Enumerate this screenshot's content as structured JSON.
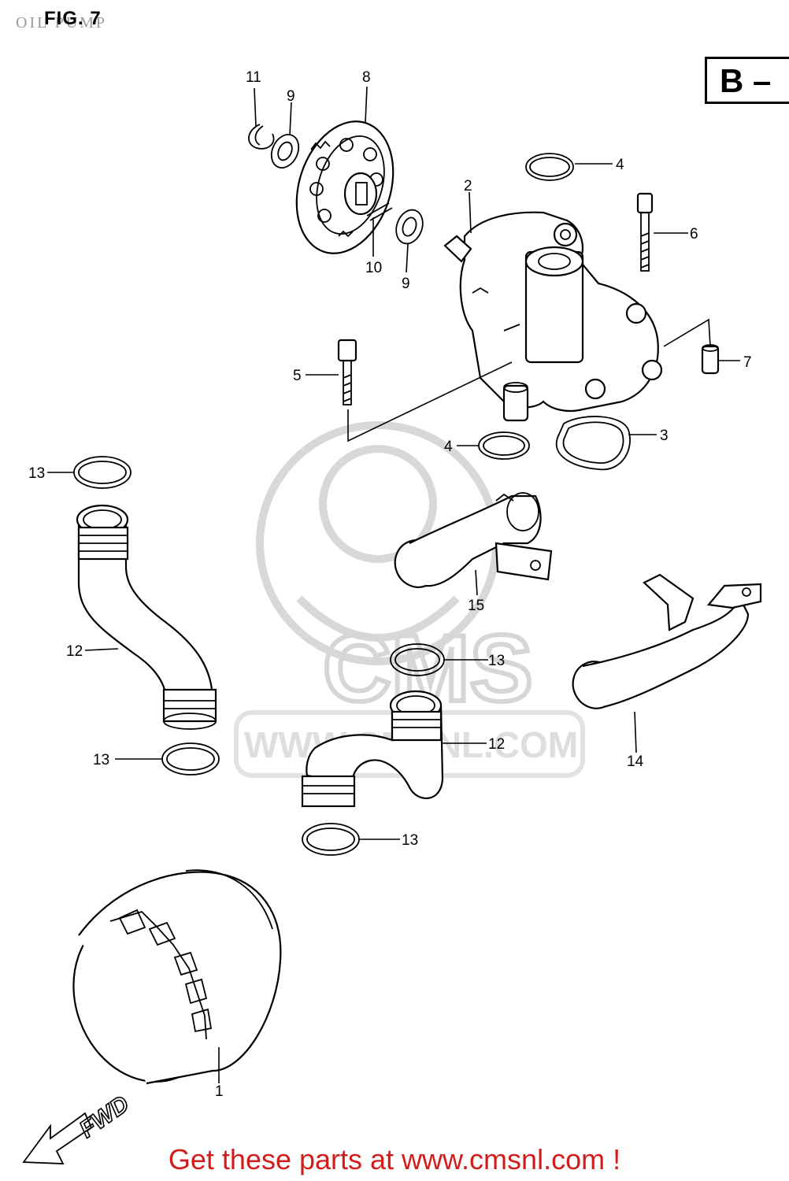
{
  "header": {
    "faint_title": "OIL PUMP",
    "fig_label": "FIG. 7"
  },
  "section_marker": "B –",
  "parts": [
    {
      "id": "1"
    },
    {
      "id": "2"
    },
    {
      "id": "3"
    },
    {
      "id": "4"
    },
    {
      "id": "5"
    },
    {
      "id": "6"
    },
    {
      "id": "7"
    },
    {
      "id": "8"
    },
    {
      "id": "9"
    },
    {
      "id": "10"
    },
    {
      "id": "11"
    },
    {
      "id": "12"
    },
    {
      "id": "13"
    },
    {
      "id": "14"
    },
    {
      "id": "15"
    }
  ],
  "callouts": {
    "c11": "11",
    "c9a": "9",
    "c8": "8",
    "c10": "10",
    "c9b": "9",
    "c4a": "4",
    "c2": "2",
    "c6": "6",
    "c5": "5",
    "c7": "7",
    "c4b": "4",
    "c3": "3",
    "c13a": "13",
    "c15": "15",
    "c12a": "12",
    "c13b": "13",
    "c12b": "12",
    "c13c": "13",
    "c14": "14",
    "c13d": "13",
    "c1": "1"
  },
  "direction_label": "FWD",
  "watermark": {
    "logo_text": "CMS",
    "url": "WWW.CMSNL.COM"
  },
  "footer": {
    "cta": "Get these parts at www.cmsnl.com !"
  },
  "colors": {
    "footer_text": "#d21d1d",
    "line_art": "#000000",
    "watermark": "#d8d8d8"
  }
}
